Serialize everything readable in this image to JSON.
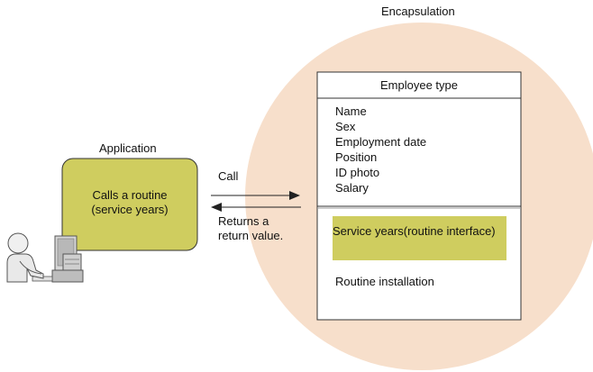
{
  "title": "Encapsulation",
  "application": {
    "label": "Application",
    "box_lines": [
      "Calls a routine",
      "(service years)"
    ],
    "box_color": "#cfcd5f"
  },
  "arrows": {
    "call_label": "Call",
    "return_lines": [
      "Returns a",
      "return value."
    ]
  },
  "employee": {
    "header": "Employee type",
    "attributes": [
      "Name",
      "Sex",
      "Employment date",
      "Position",
      "ID photo",
      "Salary"
    ],
    "routine_interface": "Service years(routine interface)",
    "routine_installation": "Routine installation"
  },
  "colors": {
    "encapsulation_circle": "#f7dfcb",
    "routine_highlight": "#cfcd5f",
    "outline": "#333333"
  }
}
